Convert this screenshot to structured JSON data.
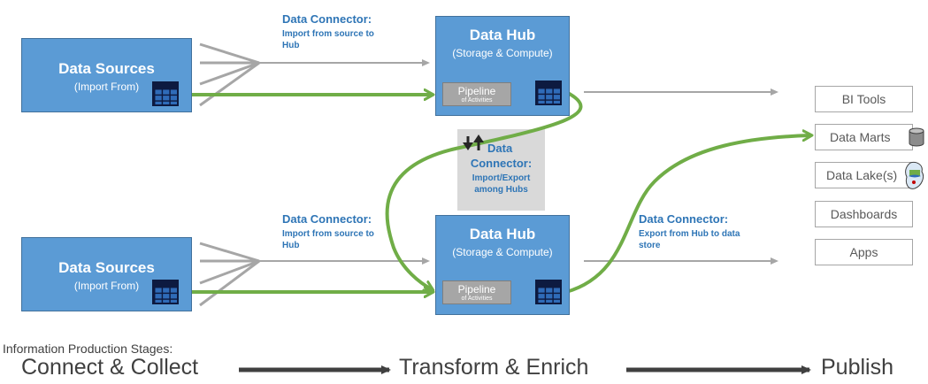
{
  "sources": [
    {
      "title": "Data Sources",
      "subtitle": "(Import From)"
    },
    {
      "title": "Data Sources",
      "subtitle": "(Import From)"
    }
  ],
  "hubs": [
    {
      "title": "Data Hub",
      "subtitle": "(Storage & Compute)",
      "pipeline": "Pipeline",
      "pipeline_sub": "of Activities"
    },
    {
      "title": "Data Hub",
      "subtitle": "(Storage & Compute)",
      "pipeline": "Pipeline",
      "pipeline_sub": "of Activities"
    }
  ],
  "connectors": {
    "import_top": {
      "title": "Data Connector:",
      "desc_line1": "Import from source to",
      "desc_line2": "Hub"
    },
    "import_bottom": {
      "title": "Data Connector:",
      "desc_line1": "Import from source to",
      "desc_line2": "Hub"
    },
    "between_hubs": {
      "title_line1": "Data",
      "title_line2": "Connector:",
      "desc_line1": "Import/Export",
      "desc_line2": "among Hubs"
    },
    "export": {
      "title": "Data Connector:",
      "desc_line1": "Export from Hub to data",
      "desc_line2": "store"
    }
  },
  "outputs": [
    "BI Tools",
    "Data Marts",
    "Data Lake(s)",
    "Dashboards",
    "Apps"
  ],
  "stages": {
    "caption": "Information Production Stages:",
    "items": [
      "Connect & Collect",
      "Transform & Enrich",
      "Publish"
    ]
  },
  "colors": {
    "box_blue": "#5b9bd5",
    "connector_text": "#2e75b6",
    "green_flow": "#70ad47",
    "gray_arrow": "#a6a6a6"
  }
}
